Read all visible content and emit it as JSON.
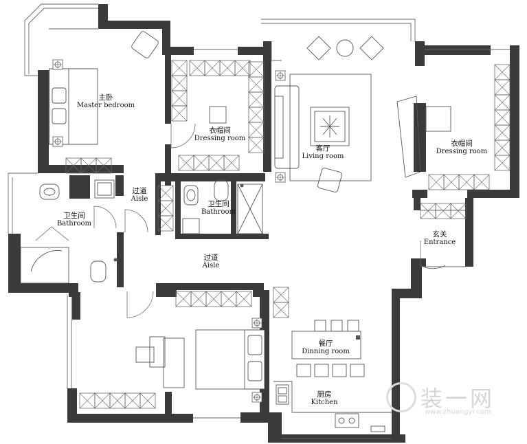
{
  "rooms": {
    "master_bedroom": {
      "cn": "主卧",
      "en": "Master bedroom"
    },
    "dressing_1": {
      "cn": "衣帽间",
      "en": "Dressing room"
    },
    "living_room": {
      "cn": "客厅",
      "en": "Living room"
    },
    "dressing_2": {
      "cn": "衣帽间",
      "en": "Dressing room"
    },
    "aisle_1": {
      "cn": "过道",
      "en": "Aisle"
    },
    "bathroom_1": {
      "cn": "卫生间",
      "en": "Bathroom"
    },
    "bathroom_2": {
      "cn": "卫生间",
      "en": "Bathroom"
    },
    "entrance": {
      "cn": "玄关",
      "en": "Entrance"
    },
    "aisle_2": {
      "cn": "过道",
      "en": "Aisle"
    },
    "dining_room": {
      "cn": "餐厅",
      "en": "Dinning room"
    },
    "kitchen": {
      "cn": "厨房",
      "en": "Kitchen"
    }
  },
  "watermark": {
    "brand": "装一网",
    "url": "www.zhuangyi.com"
  },
  "colors": {
    "wall": "#3a3a3a",
    "line": "#555555",
    "background": "#ffffff"
  }
}
